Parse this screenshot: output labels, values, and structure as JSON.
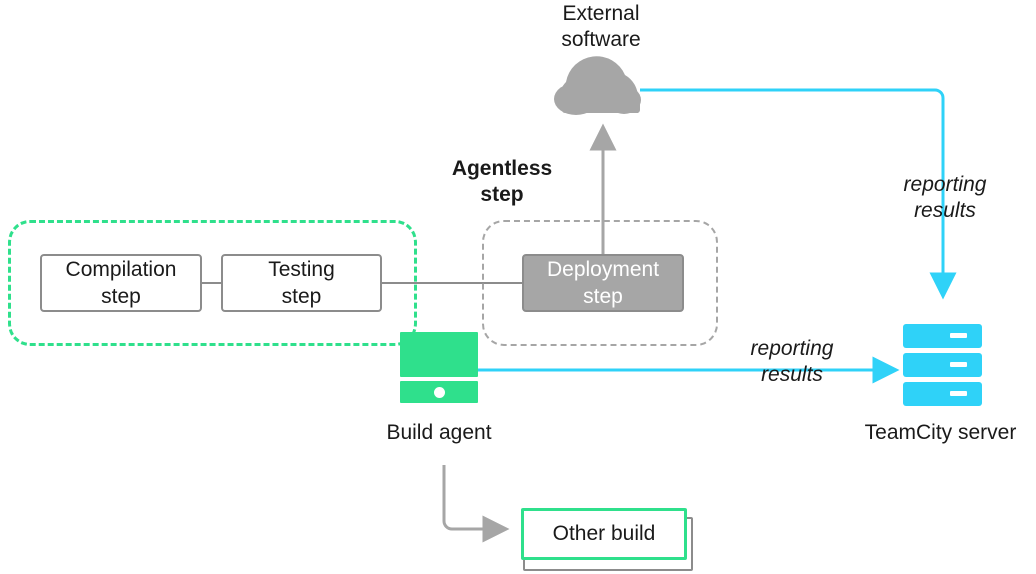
{
  "diagram": {
    "title_semantic": "teamcity-build-pipeline-diagram",
    "colors": {
      "green": "#2FE08C",
      "cyan": "#2FD2F8",
      "gray_fill": "#A6A6A6",
      "gray_stroke": "#8C8C8C",
      "text": "#1A1A1A",
      "white": "#FFFFFF"
    },
    "nodes": {
      "external_software": {
        "label": "External\nsoftware",
        "icon": "cloud-icon"
      },
      "agentless_group": {
        "label": "Agentless\nstep"
      },
      "compilation_step": {
        "label": "Compilation\nstep"
      },
      "testing_step": {
        "label": "Testing\nstep"
      },
      "deployment_step": {
        "label": "Deployment\nstep"
      },
      "build_agent": {
        "label": "Build agent",
        "icon": "monitor-icon"
      },
      "teamcity_server": {
        "label": "TeamCity server",
        "icon": "server-icon"
      },
      "other_build": {
        "label": "Other build"
      }
    },
    "edges": {
      "agent_to_server": {
        "label": "reporting\nresults",
        "color": "#2FD2F8"
      },
      "cloud_to_server": {
        "label": "reporting\nresults",
        "color": "#2FD2F8"
      },
      "deployment_to_cloud": {
        "label": "",
        "color": "#8C8C8C"
      },
      "agent_to_other_build": {
        "label": "",
        "color": "#A6A6A6"
      },
      "compilation_to_testing": {
        "label": "",
        "color": "#8C8C8C"
      },
      "testing_to_deployment": {
        "label": "",
        "color": "#8C8C8C"
      }
    }
  }
}
